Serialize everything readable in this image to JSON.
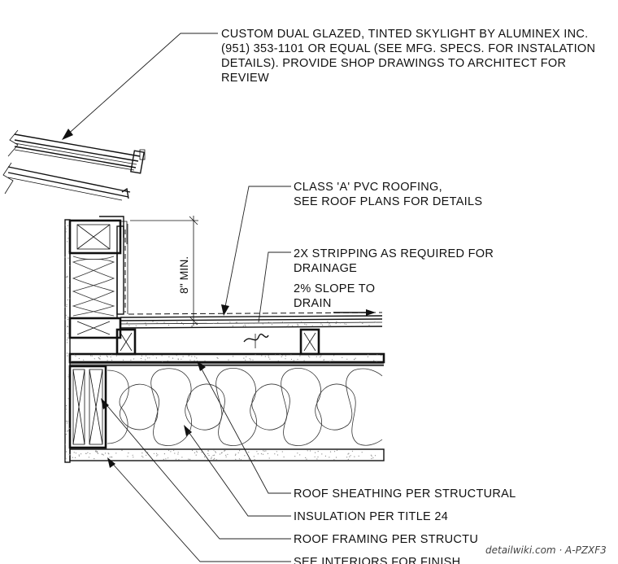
{
  "notes": {
    "skylight": [
      "CUSTOM DUAL GLAZED, TINTED SKYLIGHT BY ALUMINEX INC.",
      "(951) 353-1101 OR EQUAL (SEE MFG. SPECS. FOR INSTALATION",
      "DETAILS). PROVIDE SHOP DRAWINGS TO ARCHITECT FOR",
      "REVIEW"
    ],
    "roofing": [
      "CLASS 'A' PVC ROOFING,",
      "SEE ROOF PLANS FOR DETAILS"
    ],
    "stripping": [
      "2X STRIPPING AS REQUIRED FOR",
      "DRAINAGE"
    ],
    "slope": [
      "2% SLOPE TO",
      "DRAIN"
    ],
    "sheathing": "ROOF SHEATHING PER STRUCTURAL",
    "insulation": "INSULATION PER TITLE 24",
    "framing": "ROOF FRAMING PER STRUCTU",
    "interiors": "SEE INTERIORS FOR FINISH"
  },
  "dimension": "8\" MIN.",
  "watermark": "detailwiki.com · A-PZXF3",
  "colors": {
    "line": "#111111",
    "fill": "#ffffff",
    "speckle": "#888888"
  }
}
